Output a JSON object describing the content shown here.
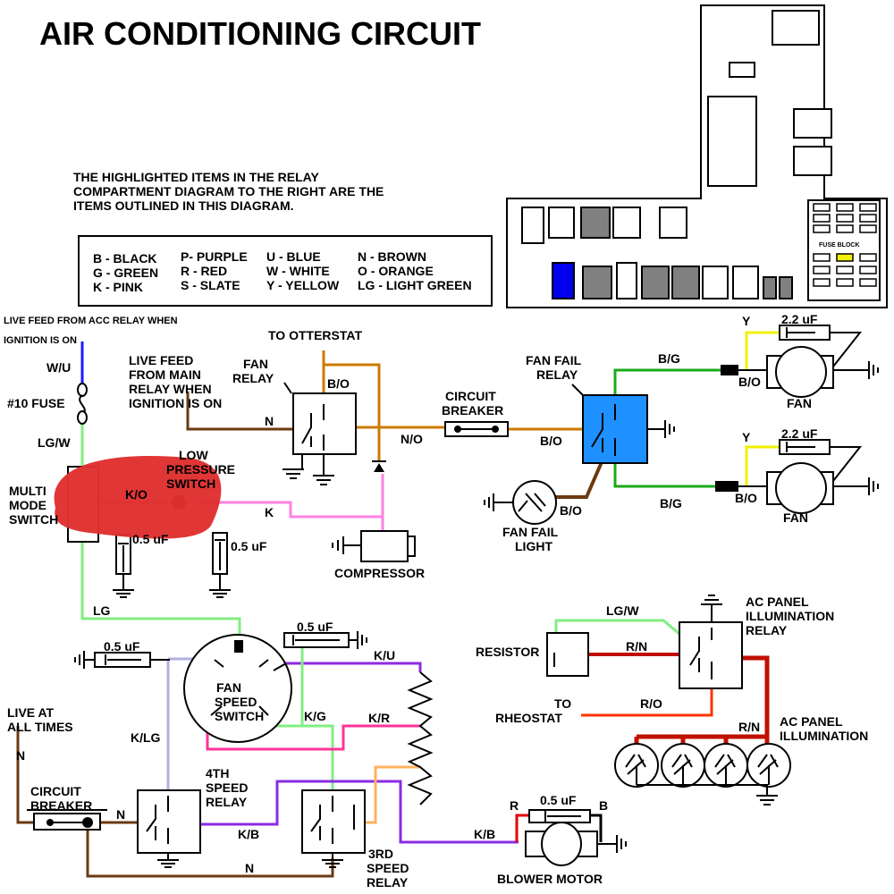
{
  "title": "AIR CONDITIONING CIRCUIT",
  "note": {
    "lines": [
      "THE HIGHLIGHTED ITEMS IN THE RELAY",
      "COMPARTMENT DIAGRAM TO THE RIGHT ARE THE",
      "ITEMS OUTLINED IN THIS DIAGRAM."
    ]
  },
  "legend": {
    "col1": [
      "B - BLACK",
      "G - GREEN",
      "K - PINK"
    ],
    "col2": [
      "P- PURPLE",
      "R - RED",
      "S - SLATE"
    ],
    "col3": [
      "U - BLUE",
      "W - WHITE",
      "Y - YELLOW"
    ],
    "col4": [
      "N - BROWN",
      "O - ORANGE",
      "LG - LIGHT GREEN"
    ]
  },
  "relay_compartment": {
    "fuse_block_label": "FUSE BLOCK",
    "highlight_colors": {
      "gray": "#808080",
      "blue": "#0000ee",
      "yellow": "#f2f200"
    }
  },
  "labels": {
    "live_feed_acc_1": "LIVE FEED FROM ACC RELAY WHEN",
    "live_feed_acc_2": "IGNITION IS ON",
    "wu": "W/U",
    "fuse10": "#10 FUSE",
    "lgw_left": "LG/W",
    "multimode_1": "MULTI",
    "multimode_2": "MODE",
    "multimode_3": "SWITCH",
    "ko": "K/O",
    "low_pressure_1": "LOW",
    "low_pressure_2": "PRESSURE",
    "low_pressure_3": "SWITCH",
    "k_pink": "K",
    "cap_left": "0.5 uF",
    "cap_mid": "0.5 uF",
    "compressor": "COMPRESSOR",
    "live_main_1": "LIVE FEED",
    "live_main_2": "FROM MAIN",
    "live_main_3": "RELAY WHEN",
    "live_main_4": "IGNITION IS ON",
    "n_main": "N",
    "fan_relay_1": "FAN",
    "fan_relay_2": "RELAY",
    "otterstat": "TO OTTERSTAT",
    "bo_top": "B/O",
    "no": "N/O",
    "cb_top_1": "CIRCUIT",
    "cb_top_2": "BREAKER",
    "bo_mid": "B/O",
    "fan_fail_relay_1": "FAN FAIL",
    "fan_fail_relay_2": "RELAY",
    "bg_top": "B/G",
    "bg_bottom": "B/G",
    "bo_lamp": "B/O",
    "fan_fail_light_1": "FAN FAIL",
    "fan_fail_light_2": "LIGHT",
    "y_top": "Y",
    "cap_fan_top": "2.2 uF",
    "bo_fan_top": "B/O",
    "fan_top": "FAN",
    "y_bottom": "Y",
    "cap_fan_bottom": "2.2 uF",
    "bo_fan_bottom": "B/O",
    "fan_bottom": "FAN",
    "lg": "LG",
    "cap_fs_left": "0.5 uF",
    "cap_fs_top": "0.5 uF",
    "fan_speed_1": "FAN",
    "fan_speed_2": "SPEED",
    "fan_speed_3": "SWITCH",
    "ku": "K/U",
    "kg": "K/G",
    "kr": "K/R",
    "klg": "K/LG",
    "live_all_1": "LIVE AT",
    "live_all_2": "ALL TIMES",
    "n_live": "N",
    "cb_bot_1": "CIRCUIT",
    "cb_bot_2": "BREAKER",
    "n_cb": "N",
    "n_bottom": "N",
    "speed4_1": "4TH",
    "speed4_2": "SPEED",
    "speed4_3": "RELAY",
    "kb_1": "K/B",
    "kb_2": "K/B",
    "speed3_1": "3RD",
    "speed3_2": "SPEED",
    "speed3_3": "RELAY",
    "r_blower": "R",
    "cap_blower": "0.5 uF",
    "b_blower": "B",
    "blower": "BLOWER MOTOR",
    "lgw_right": "LG/W",
    "resistor": "RESISTOR",
    "rn_1": "R/N",
    "ac_relay_1": "AC PANEL",
    "ac_relay_2": "ILLUMINATION",
    "ac_relay_3": "RELAY",
    "rheostat_1": "TO",
    "rheostat_2": "RHEOSTAT",
    "ro": "R/O",
    "rn_2": "R/N",
    "ac_illum_1": "AC PANEL",
    "ac_illum_2": "ILLUMINATION"
  },
  "wire_colors": {
    "black": "#000000",
    "blue": "#1a1aff",
    "light_green": "#80ee80",
    "green": "#1aaa1a",
    "pink": "#ff80e0",
    "orange": "#ff8c00",
    "brown": "#6b3a10",
    "red": "#e00000",
    "dark_red": "#c01000",
    "purple": "#8a2be2",
    "slate": "#b0b0e0",
    "yellow": "#f0f000",
    "brown_orange": "#cc7a00",
    "pink_red": "#ff3399",
    "highlight_blue": "#1e90ff",
    "annotation_red": "#e03030"
  }
}
